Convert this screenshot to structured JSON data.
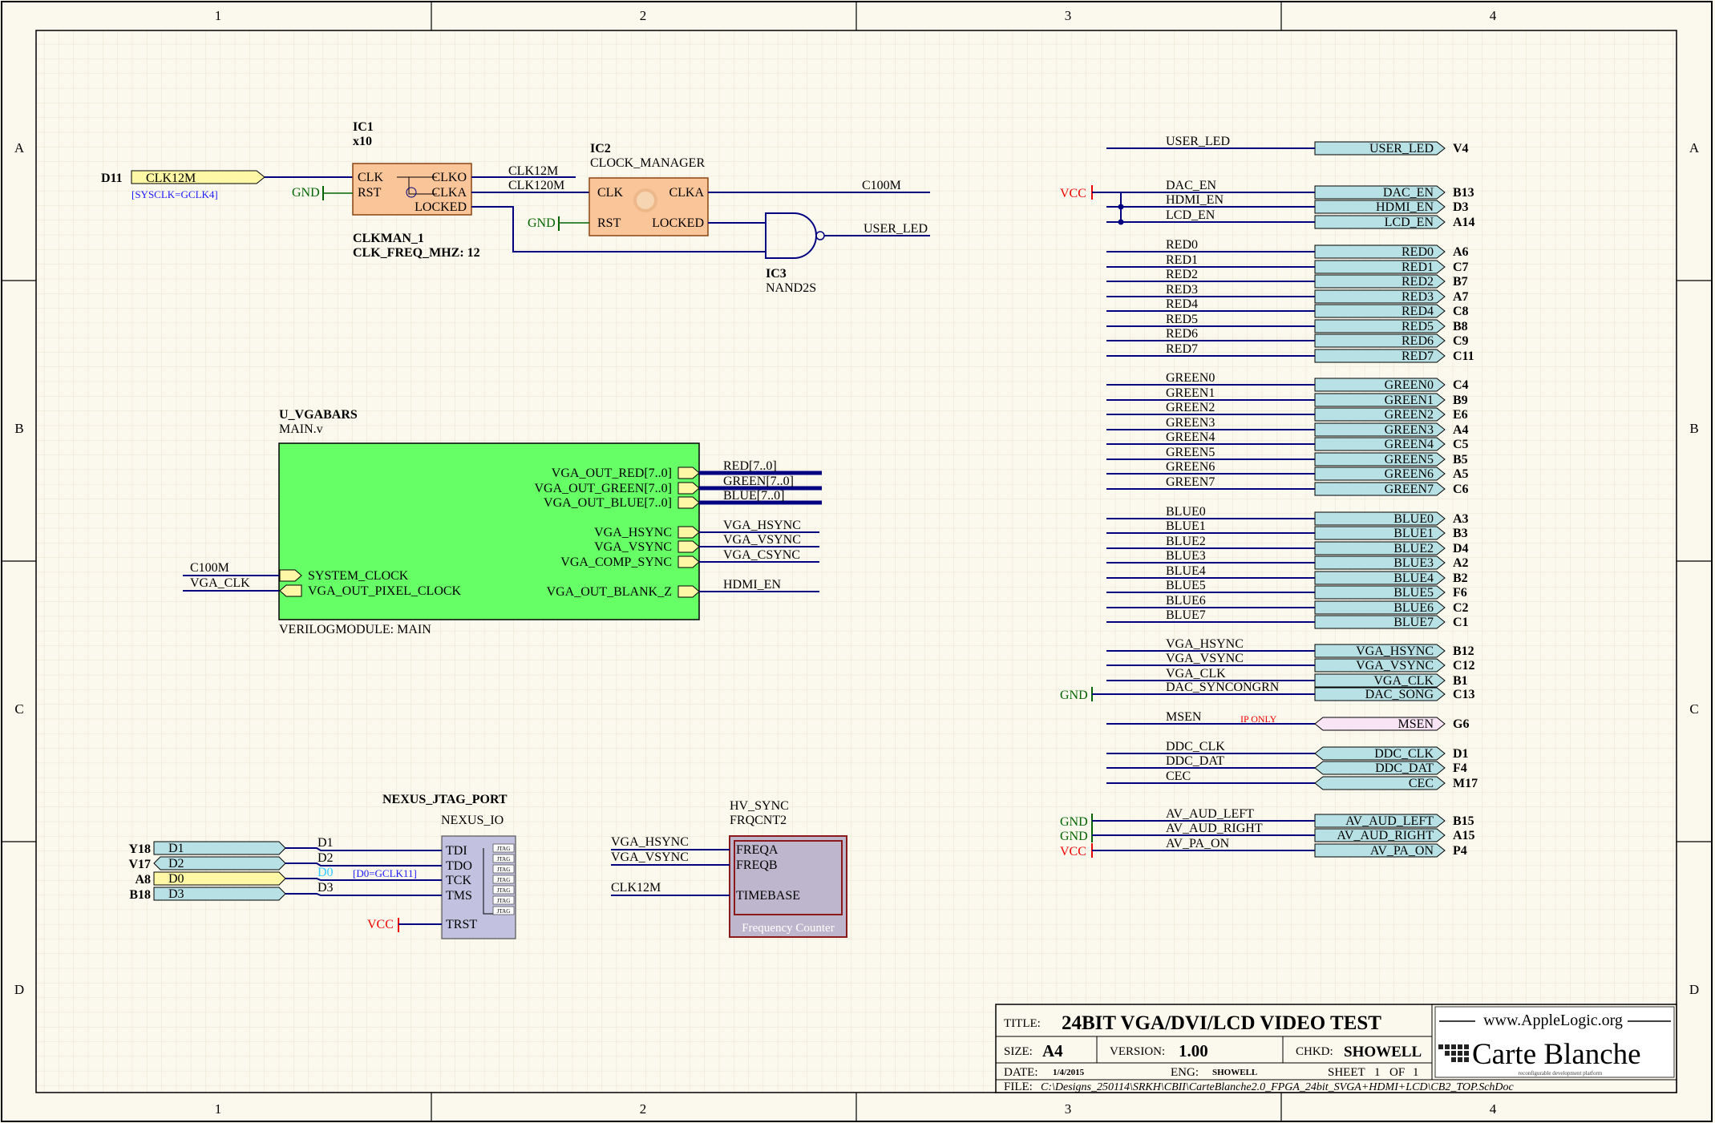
{
  "zones": {
    "columns": [
      "1",
      "2",
      "3",
      "4"
    ],
    "rows": [
      "A",
      "B",
      "C",
      "D"
    ]
  },
  "colors": {
    "paper": "#fbf9ee",
    "grid": "#e8e3cf",
    "wire": "#000080",
    "border": "#000000",
    "port_blue": "#b7e1e4",
    "port_yellow": "#fdf7a6",
    "port_pink": "#f9e4f5",
    "ic_orange": "#fbc59a",
    "module_green": "#66ff66",
    "nexus_lilac": "#c2c2e0",
    "freq_fill": "#bdb6cc",
    "freq_border": "#8b1a1a",
    "power_red": "#ee0000",
    "gnd_green": "#006400"
  },
  "clk_section": {
    "port_d11": {
      "pin": "D11",
      "label": "CLK12M",
      "note": "[SYSCLK=GCLK4]"
    },
    "ic1": {
      "designator": "IC1",
      "mult": "x10",
      "pins_left": [
        "CLK",
        "RST"
      ],
      "pins_right": [
        "CLKO",
        "CLKA",
        "LOCKED"
      ],
      "name": "CLKMAN_1",
      "param": "CLK_FREQ_MHZ: 12"
    },
    "gnd1": "GND",
    "net_clk12m": "CLK12M",
    "net_clk120m": "CLK120M",
    "ic2": {
      "designator": "IC2",
      "name": "CLOCK_MANAGER",
      "pins_left": [
        "CLK",
        "RST"
      ],
      "pins_right": [
        "CLKA",
        "LOCKED"
      ]
    },
    "gnd2": "GND",
    "net_c100m": "C100M",
    "net_user_led": "USER_LED",
    "ic3": {
      "designator": "IC3",
      "name": "NAND2S"
    }
  },
  "module": {
    "designator": "U_VGABARS",
    "file": "MAIN.v",
    "footer": "VERILOGMODULE: MAIN",
    "left_ports": [
      "SYSTEM_CLOCK",
      "VGA_OUT_PIXEL_CLOCK"
    ],
    "left_nets": [
      "C100M",
      "VGA_CLK"
    ],
    "right_ports": [
      "VGA_OUT_RED[7..0]",
      "VGA_OUT_GREEN[7..0]",
      "VGA_OUT_BLUE[7..0]",
      "VGA_HSYNC",
      "VGA_VSYNC",
      "VGA_COMP_SYNC",
      "VGA_OUT_BLANK_Z"
    ],
    "right_nets": [
      "RED[7..0]",
      "GREEN[7..0]",
      "BLUE[7..0]",
      "VGA_HSYNC",
      "VGA_VSYNC",
      "VGA_CSYNC",
      "HDMI_EN"
    ]
  },
  "jtag": {
    "designator": "NEXUS_JTAG_PORT",
    "name": "NEXUS_IO",
    "ports": [
      {
        "pin": "Y18",
        "label": "D1",
        "net": "D1"
      },
      {
        "pin": "V17",
        "label": "D2",
        "net": "D2"
      },
      {
        "pin": "A8",
        "label": "D0",
        "net": "D0"
      },
      {
        "pin": "B18",
        "label": "D3",
        "net": "D3"
      }
    ],
    "note": "[D0=GCLK11]",
    "pins": [
      "TDI",
      "TDO",
      "TCK",
      "TMS",
      "TRST"
    ],
    "vcc": "VCC",
    "tag": "JTAG"
  },
  "freq": {
    "designator": "HV_SYNC",
    "name": "FRQCNT2",
    "pins": [
      "FREQA",
      "FREQB",
      "TIMEBASE"
    ],
    "nets": [
      "VGA_HSYNC",
      "VGA_VSYNC",
      "CLK12M"
    ],
    "caption": "Frequency Counter"
  },
  "right_ports": [
    {
      "net": "USER_LED",
      "port": "USER_LED",
      "pin": "V4"
    },
    {
      "net": "DAC_EN",
      "port": "DAC_EN",
      "pin": "B13"
    },
    {
      "net": "HDMI_EN",
      "port": "HDMI_EN",
      "pin": "D3"
    },
    {
      "net": "LCD_EN",
      "port": "LCD_EN",
      "pin": "A14"
    },
    {
      "net": "RED0",
      "port": "RED0",
      "pin": "A6"
    },
    {
      "net": "RED1",
      "port": "RED1",
      "pin": "C7"
    },
    {
      "net": "RED2",
      "port": "RED2",
      "pin": "B7"
    },
    {
      "net": "RED3",
      "port": "RED3",
      "pin": "A7"
    },
    {
      "net": "RED4",
      "port": "RED4",
      "pin": "C8"
    },
    {
      "net": "RED5",
      "port": "RED5",
      "pin": "B8"
    },
    {
      "net": "RED6",
      "port": "RED6",
      "pin": "C9"
    },
    {
      "net": "RED7",
      "port": "RED7",
      "pin": "C11"
    },
    {
      "net": "GREEN0",
      "port": "GREEN0",
      "pin": "C4"
    },
    {
      "net": "GREEN1",
      "port": "GREEN1",
      "pin": "B9"
    },
    {
      "net": "GREEN2",
      "port": "GREEN2",
      "pin": "E6"
    },
    {
      "net": "GREEN3",
      "port": "GREEN3",
      "pin": "A4"
    },
    {
      "net": "GREEN4",
      "port": "GREEN4",
      "pin": "C5"
    },
    {
      "net": "GREEN5",
      "port": "GREEN5",
      "pin": "B5"
    },
    {
      "net": "GREEN6",
      "port": "GREEN6",
      "pin": "A5"
    },
    {
      "net": "GREEN7",
      "port": "GREEN7",
      "pin": "C6"
    },
    {
      "net": "BLUE0",
      "port": "BLUE0",
      "pin": "A3"
    },
    {
      "net": "BLUE1",
      "port": "BLUE1",
      "pin": "B3"
    },
    {
      "net": "BLUE2",
      "port": "BLUE2",
      "pin": "D4"
    },
    {
      "net": "BLUE3",
      "port": "BLUE3",
      "pin": "A2"
    },
    {
      "net": "BLUE4",
      "port": "BLUE4",
      "pin": "B2"
    },
    {
      "net": "BLUE5",
      "port": "BLUE5",
      "pin": "F6"
    },
    {
      "net": "BLUE6",
      "port": "BLUE6",
      "pin": "C2"
    },
    {
      "net": "BLUE7",
      "port": "BLUE7",
      "pin": "C1"
    },
    {
      "net": "VGA_HSYNC",
      "port": "VGA_HSYNC",
      "pin": "B12"
    },
    {
      "net": "VGA_VSYNC",
      "port": "VGA_VSYNC",
      "pin": "C12"
    },
    {
      "net": "VGA_CLK",
      "port": "VGA_CLK",
      "pin": "B1"
    },
    {
      "net": "DAC_SYNCONGRN",
      "port": "DAC_SONG",
      "pin": "C13"
    },
    {
      "net": "MSEN",
      "port": "MSEN",
      "pin": "G6"
    },
    {
      "net": "DDC_CLK",
      "port": "DDC_CLK",
      "pin": "D1"
    },
    {
      "net": "DDC_DAT",
      "port": "DDC_DAT",
      "pin": "F4"
    },
    {
      "net": "CEC",
      "port": "CEC",
      "pin": "M17"
    },
    {
      "net": "AV_AUD_LEFT",
      "port": "AV_AUD_LEFT",
      "pin": "B15"
    },
    {
      "net": "AV_AUD_RIGHT",
      "port": "AV_AUD_RIGHT",
      "pin": "A15"
    },
    {
      "net": "AV_PA_ON",
      "port": "AV_PA_ON",
      "pin": "P4"
    }
  ],
  "right_power": {
    "vcc1": "VCC",
    "gnd1": "GND",
    "gnd2": "GND",
    "gnd3": "GND",
    "vcc2": "VCC",
    "ip_only": "IP ONLY"
  },
  "title_block": {
    "title_label": "TITLE:",
    "title": "24BIT VGA/DVI/LCD VIDEO TEST",
    "size_label": "SIZE:",
    "size": "A4",
    "version_label": "VERSION:",
    "version": "1.00",
    "chkd_label": "CHKD:",
    "chkd": "SHOWELL",
    "date_label": "DATE:",
    "date": "1/4/2015",
    "eng_label": "ENG:",
    "eng": "SHOWELL",
    "sheet_label": "SHEET",
    "sheet": "1",
    "of_label": "OF",
    "of": "1",
    "file_label": "FILE:",
    "file": "C:\\Designs_250114\\SRKH\\CBII\\CarteBlanche2.0_FPGA_24bit_SVGA+HDMI+LCD\\CB2_TOP.SchDoc",
    "url": "www.AppleLogic.org",
    "brand": "Carte Blanche",
    "tagline": "reconfigurable development platform"
  }
}
